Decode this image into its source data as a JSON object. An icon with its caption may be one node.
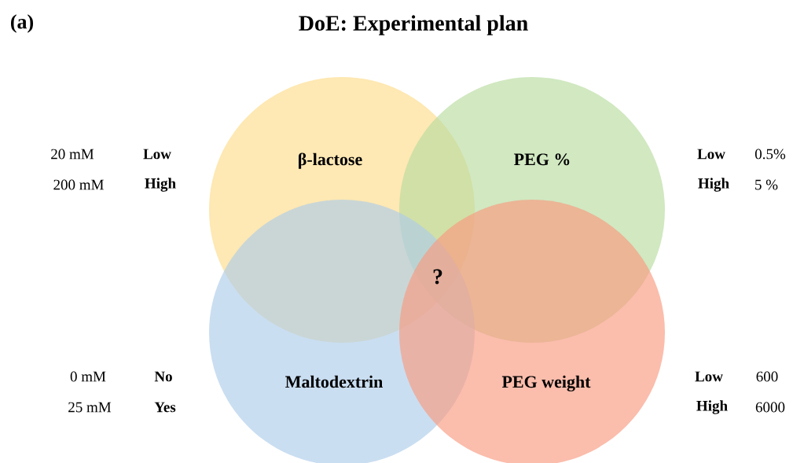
{
  "diagram": {
    "title": "DoE: Experimental plan",
    "nodes": [
      {
        "text": [
          "β-lactose"
        ]
      },
      {
        "text": [
          "PEG %"
        ]
      },
      {
        "text": [
          "Maltodextrin"
        ]
      },
      {
        "text": [
          "PEG weight"
        ]
      }
    ],
    "labels": [
      "(a)",
      "20 mM",
      "Low",
      "200 mM",
      "High",
      "Low",
      "0.5%",
      "High",
      "5 %",
      "?",
      "0 mM",
      "No",
      "25 mM",
      "Yes",
      "Low",
      "600",
      "High",
      "6000"
    ]
  }
}
